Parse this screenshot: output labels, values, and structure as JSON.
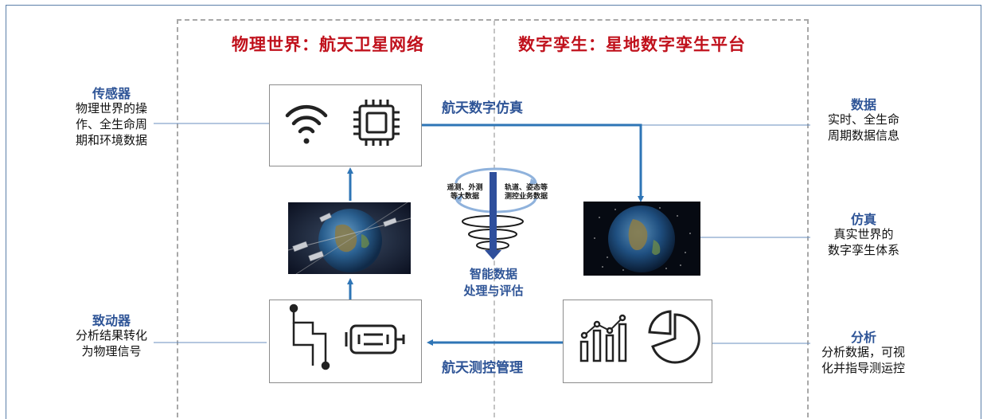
{
  "headers": {
    "physical": "物理世界：航天卫星网络",
    "twin": "数字孪生：星地数字孪生平台"
  },
  "left": {
    "sensor": {
      "title": "传感器",
      "lines": [
        "物理世界的操",
        "作、全生命周",
        "期和环境数据"
      ]
    },
    "actuator": {
      "title": "致动器",
      "lines": [
        "分析结果转化",
        "为物理信号"
      ]
    }
  },
  "right": {
    "data": {
      "title": "数据",
      "lines": [
        "实时、全生命",
        "周期数据信息"
      ]
    },
    "sim": {
      "title": "仿真",
      "lines": [
        "真实世界的",
        "数字孪生体系"
      ]
    },
    "analysis": {
      "title": "分析",
      "lines": [
        "分析数据，可视",
        "化并指导测运控"
      ]
    }
  },
  "flow": {
    "top": "航天数字仿真",
    "bottom": "航天测控管理"
  },
  "center": {
    "left_note": [
      "遥测、外测",
      "等大数据"
    ],
    "right_note": [
      "轨道、姿态等",
      "测控业务数据"
    ],
    "label": [
      "智能数据",
      "处理与评估"
    ]
  },
  "colors": {
    "header_red": "#c0111c",
    "accent_blue": "#2f5597",
    "arrow_blue": "#2e75b6"
  },
  "icons": {
    "sensor_box": [
      "wifi-icon",
      "chip-icon"
    ],
    "actuator_box": [
      "circuit-icon",
      "motor-icon"
    ],
    "analysis_box": [
      "bar-chart-icon",
      "pie-chart-icon"
    ]
  }
}
